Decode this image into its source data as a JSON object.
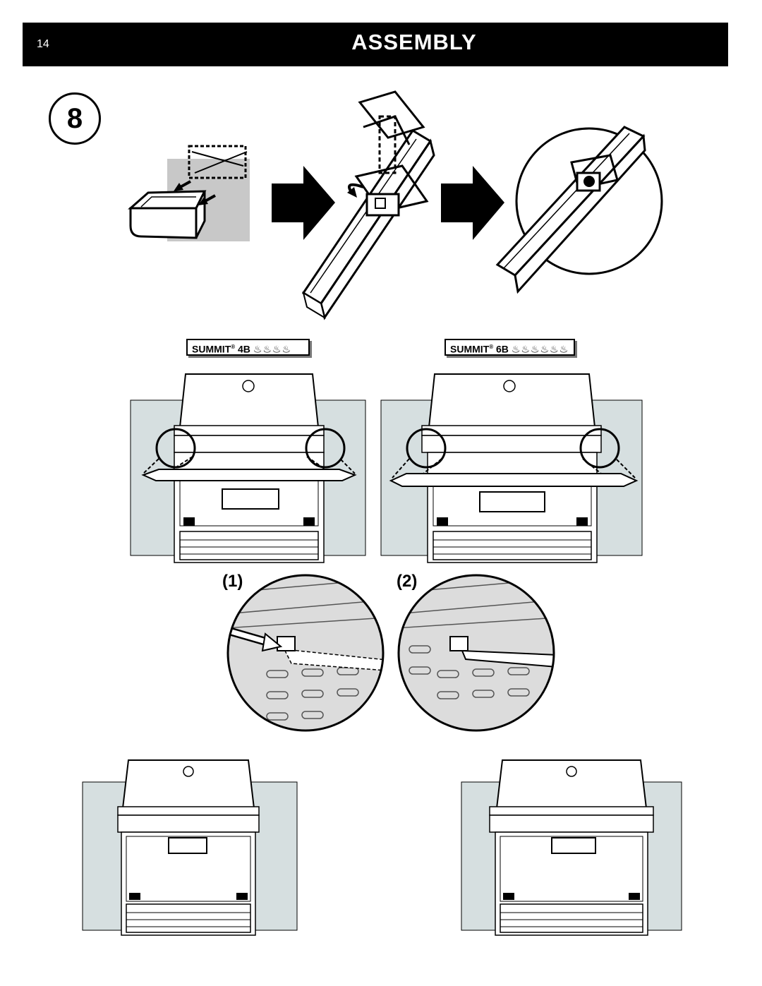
{
  "header": {
    "page_number": "14",
    "title": "ASSEMBLY"
  },
  "step": {
    "number": "8"
  },
  "models": [
    {
      "name": "SUMMIT",
      "mark": "®",
      "size": "4B",
      "flames": "🔥🔥🔥🔥"
    },
    {
      "name": "SUMMIT",
      "mark": "®",
      "size": "6B",
      "flames": "🔥🔥🔥🔥🔥🔥"
    }
  ],
  "detail_labels": [
    "(1)",
    "(2)"
  ],
  "colors": {
    "header_bg": "#000000",
    "backdrop": "#d6dfe0",
    "panel_gray": "#c8c8c8"
  }
}
